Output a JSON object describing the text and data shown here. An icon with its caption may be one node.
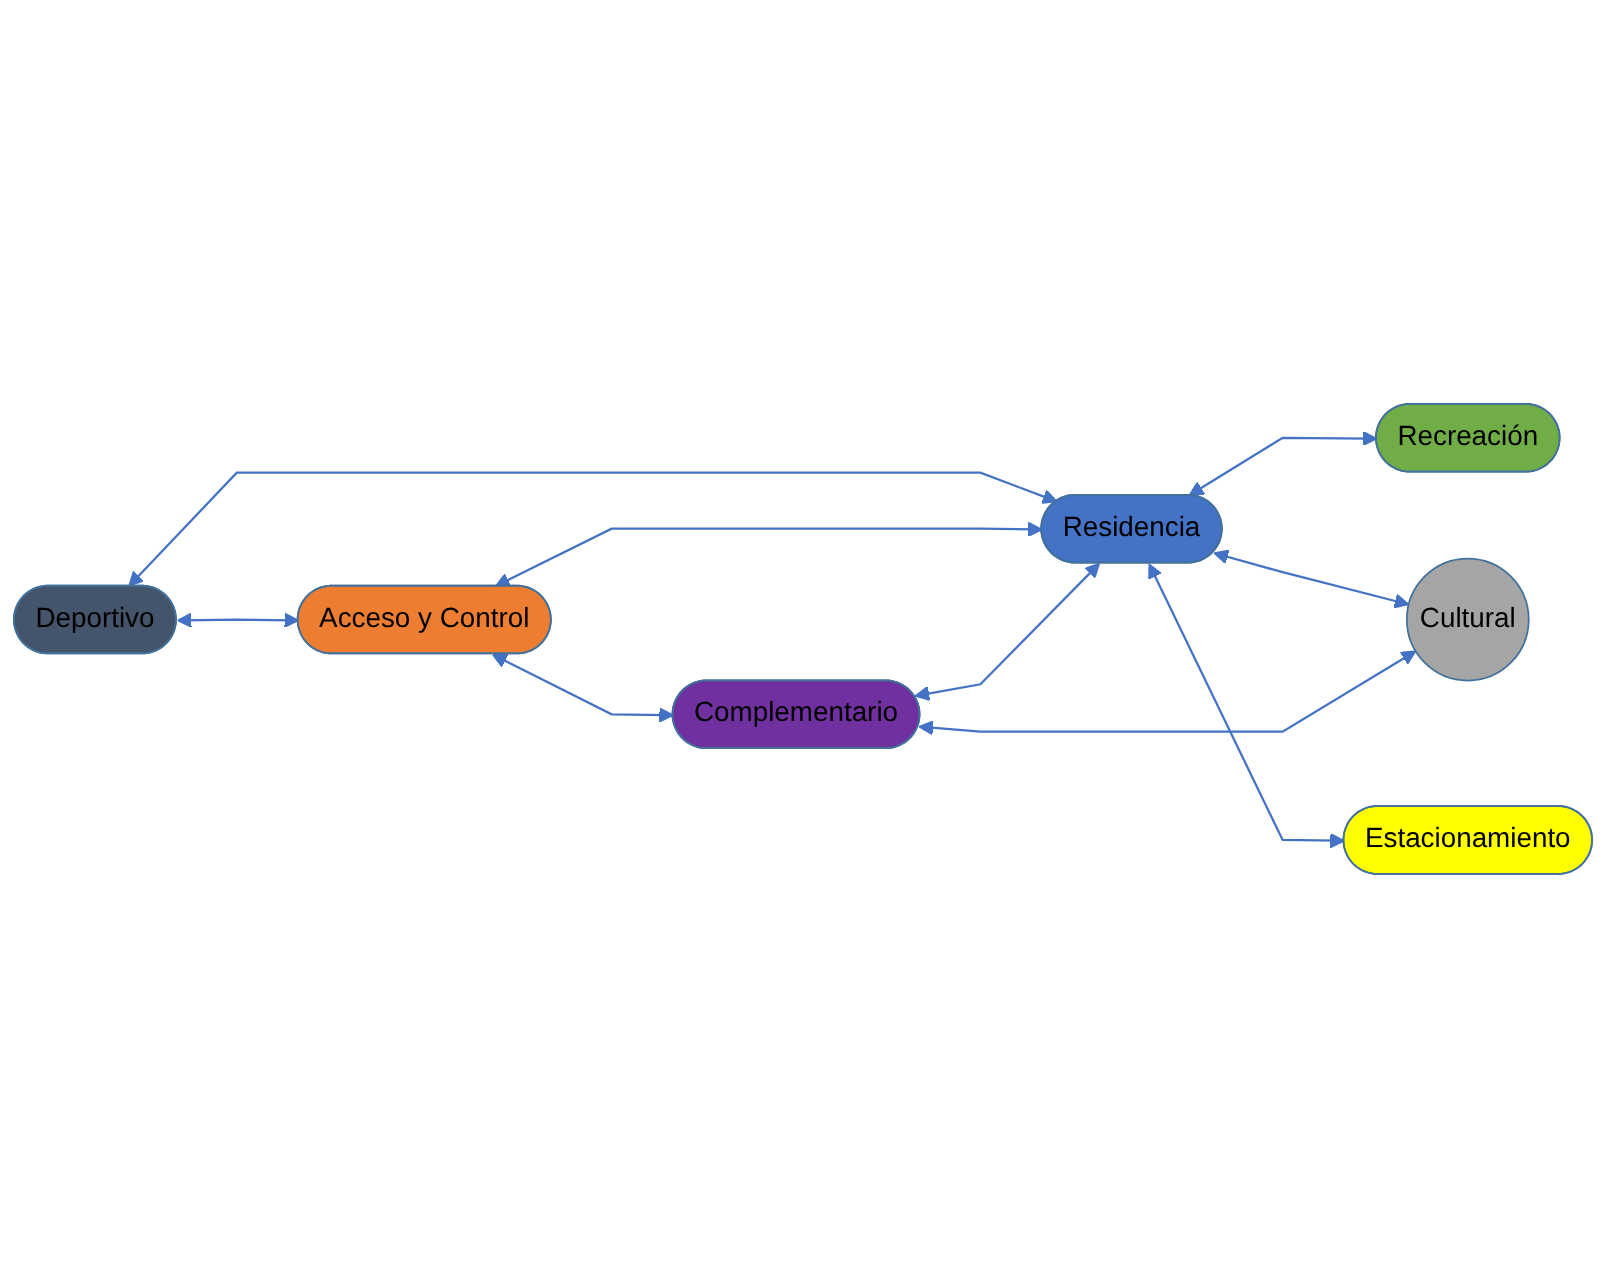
{
  "diagram": {
    "nodes": [
      {
        "text": [
          "Deportivo"
        ]
      },
      {
        "text": [
          "Recreación"
        ]
      },
      {
        "text": [
          "Acceso y Control"
        ]
      },
      {
        "text": [
          "Residencia"
        ]
      },
      {
        "text": [
          "Cultural"
        ]
      },
      {
        "text": [
          "Estacionamiento"
        ]
      },
      {
        "text": [
          "Complementario"
        ]
      }
    ],
    "edges": [
      {
        "from": 0,
        "to": 3,
        "arrow": "both"
      },
      {
        "from": 0,
        "to": 2,
        "arrow": "both"
      },
      {
        "from": 3,
        "to": 1,
        "arrow": "both"
      },
      {
        "from": 2,
        "to": 3,
        "arrow": "both"
      },
      {
        "from": 3,
        "to": 4,
        "arrow": "both"
      },
      {
        "from": 3,
        "to": 5,
        "arrow": "both"
      },
      {
        "from": 2,
        "to": 6,
        "arrow": "both"
      },
      {
        "from": 6,
        "to": 3,
        "arrow": "both"
      },
      {
        "from": 6,
        "to": 4,
        "arrow": "both"
      }
    ]
  }
}
